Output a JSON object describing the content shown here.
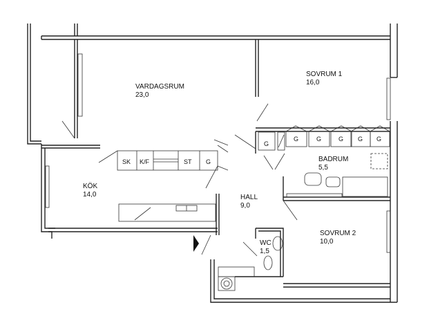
{
  "rooms": {
    "vardagsrum": {
      "name": "VARDAGSRUM",
      "area": "23,0"
    },
    "sovrum1": {
      "name": "SOVRUM 1",
      "area": "16,0"
    },
    "badrum": {
      "name": "BADRUM",
      "area": "5,5"
    },
    "kok": {
      "name": "KÖK",
      "area": "14,0"
    },
    "hall": {
      "name": "HALL",
      "area": "9,0"
    },
    "wc": {
      "name": "WC",
      "area": "1,5"
    },
    "sovrum2": {
      "name": "SOVRUM 2",
      "area": "10,0"
    }
  },
  "fixtures": {
    "sk": "SK",
    "kf": "K/F",
    "st": "ST",
    "g": "G"
  }
}
